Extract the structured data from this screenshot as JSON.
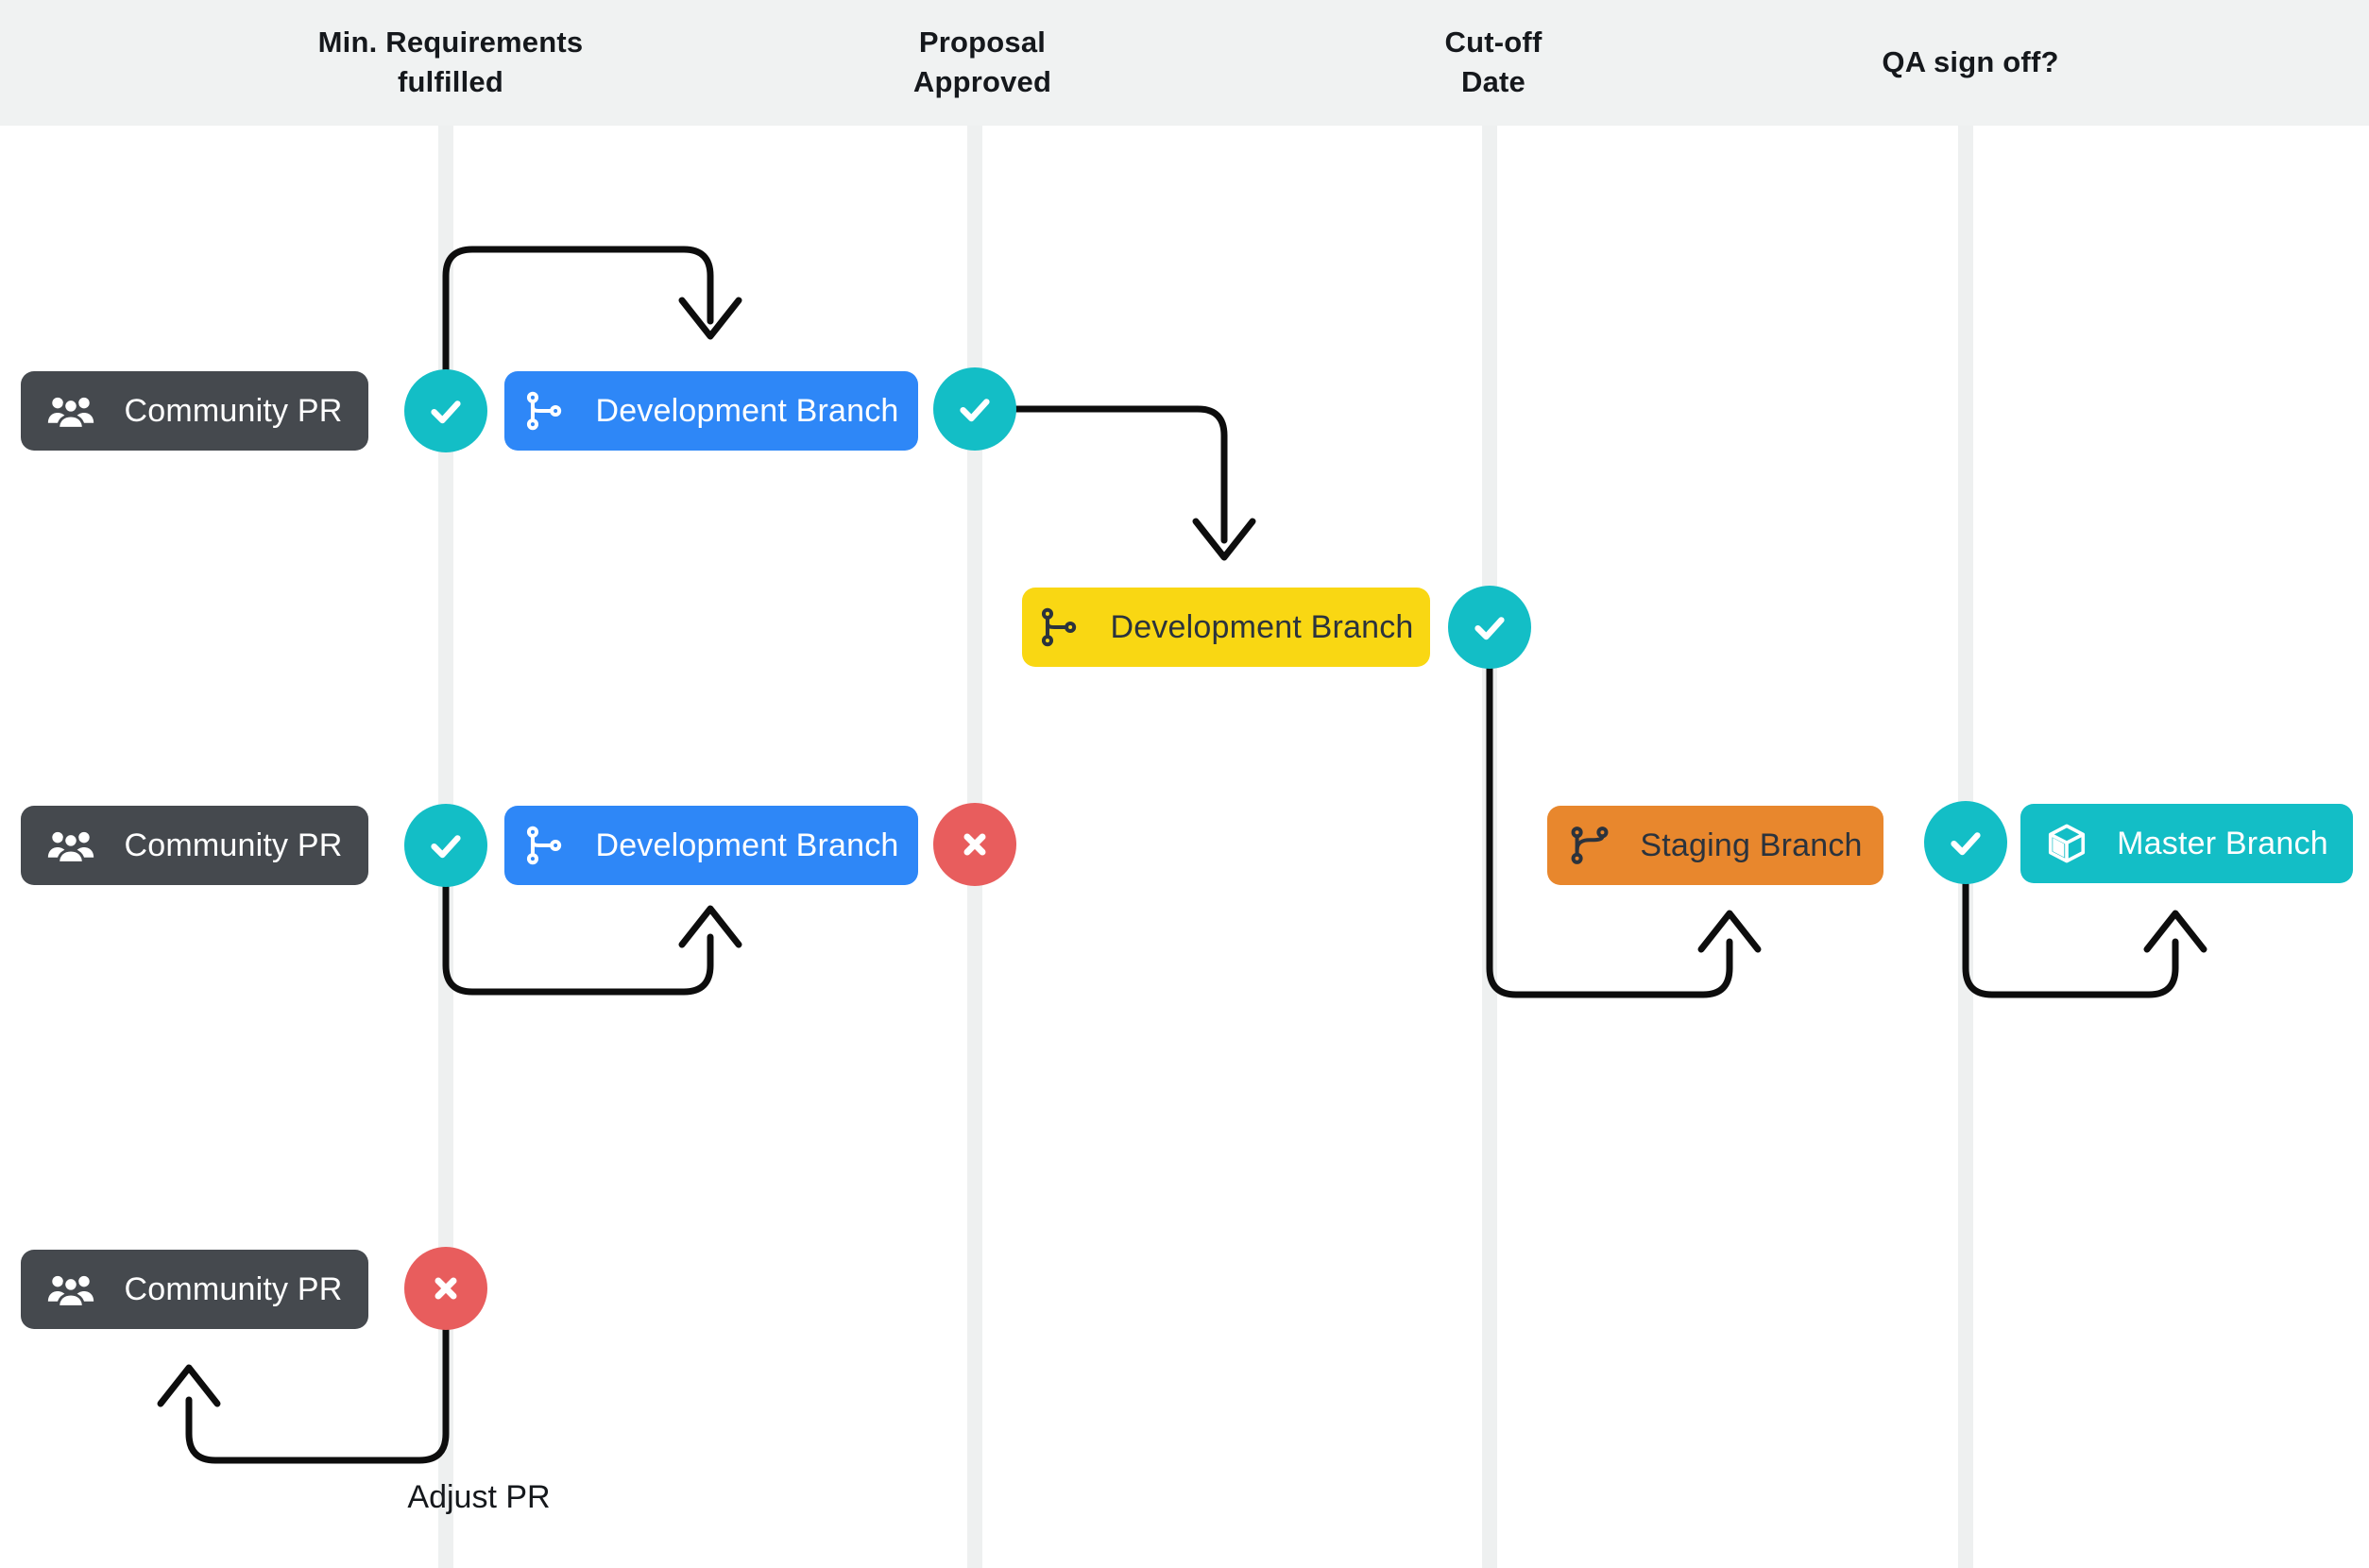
{
  "header": {
    "columns": [
      {
        "line1": "Min. Requirements",
        "line2": "fulfilled"
      },
      {
        "line1": "Proposal",
        "line2": "Approved"
      },
      {
        "line1": "Cut-off",
        "line2": "Date"
      },
      {
        "line1": "QA sign off?",
        "line2": ""
      }
    ]
  },
  "nodes": {
    "community_pr_1": {
      "label": "Community PR",
      "icon": "users-icon",
      "color": "#45494e"
    },
    "dev_branch_1": {
      "label": "Development Branch",
      "icon": "git-branch-icon",
      "color": "#2e87f7"
    },
    "dev_branch_proposal": {
      "label": "Development Branch",
      "icon": "git-branch-icon",
      "color": "#f9d713"
    },
    "community_pr_2": {
      "label": "Community PR",
      "icon": "users-icon",
      "color": "#45494e"
    },
    "dev_branch_2": {
      "label": "Development Branch",
      "icon": "git-branch-icon",
      "color": "#2e87f7"
    },
    "staging_branch": {
      "label": "Staging Branch",
      "icon": "git-merge-icon",
      "color": "#e8872d"
    },
    "master_branch": {
      "label": "Master Branch",
      "icon": "package-icon",
      "color": "#13bec6"
    },
    "community_pr_3": {
      "label": "Community PR",
      "icon": "users-icon",
      "color": "#45494e"
    }
  },
  "markers": {
    "check_icon": "check-icon",
    "cross_icon": "x-icon",
    "check_color": "#13bec6",
    "cross_color": "#e85d5d"
  },
  "annotations": {
    "adjust_pr": "Adjust PR"
  },
  "colors": {
    "page_bg": "#ffffff",
    "header_bg": "#f0f2f2",
    "stripe": "#eef0f0",
    "arrow": "#0d0d0d",
    "header_text": "#15181c",
    "dark_on_light_text": "#2b333d"
  }
}
